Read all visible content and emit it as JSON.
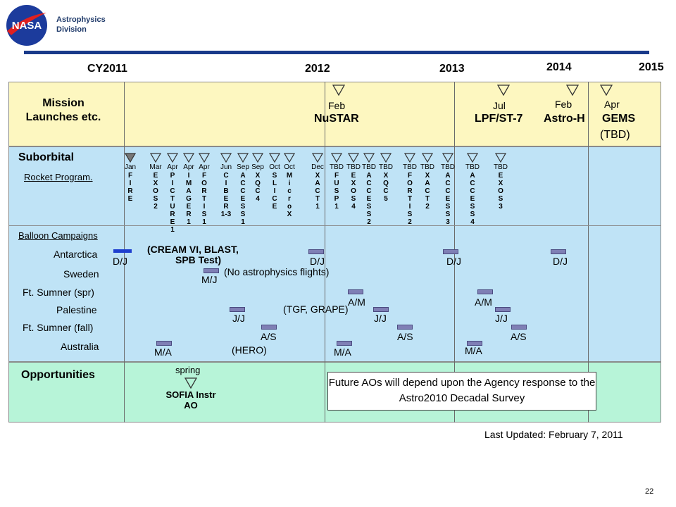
{
  "header": {
    "logo_text": "NASA",
    "division_line1": "Astrophysics",
    "division_line2": "Division"
  },
  "years": [
    "CY2011",
    "2012",
    "2013",
    "2014",
    "2015"
  ],
  "rows": {
    "mission": "Mission\nLaunches etc.",
    "suborbital": "Suborbital",
    "rocket": "Rocket Program.",
    "balloon": "Balloon Campaigns",
    "antarctica": "Antarctica",
    "sweden": "Sweden",
    "ftsumner_spr": "Ft. Sumner (spr)",
    "palestine": "Palestine",
    "ftsumner_fall": "Ft. Sumner (fall)",
    "australia": "Australia",
    "opportunities": "Opportunities"
  },
  "missions": [
    {
      "month": "Feb",
      "name": "NuSTAR"
    },
    {
      "month": "Jul",
      "name": "LPF/ST-7"
    },
    {
      "month": "Feb",
      "name": "Astro-H"
    },
    {
      "month": "Apr",
      "name": "GEMS"
    },
    {
      "note": "(TBD)"
    }
  ],
  "rockets": [
    {
      "month": "Jan",
      "name": "FIRE",
      "filled": true
    },
    {
      "month": "Mar",
      "name": "EXOS2"
    },
    {
      "month": "Apr",
      "name": "PICTURE1"
    },
    {
      "month": "Apr",
      "name": "IMAGER1"
    },
    {
      "month": "Apr",
      "name": "FORTIS1"
    },
    {
      "month": "Jun",
      "name": "CIBER1-3"
    },
    {
      "month": "Sep",
      "name": "ACCESS1"
    },
    {
      "month": "Sep",
      "name": "XQC4"
    },
    {
      "month": "Oct",
      "name": "SLICE"
    },
    {
      "month": "Oct",
      "name": "MicroX"
    },
    {
      "month": "Dec",
      "name": "XACT1"
    },
    {
      "month": "TBD",
      "name": "FUSP1"
    },
    {
      "month": "TBD",
      "name": "EXOS4"
    },
    {
      "month": "TBD",
      "name": "ACCESS2"
    },
    {
      "month": "TBD",
      "name": "XQC5"
    },
    {
      "month": "TBD",
      "name": "FORTIS2"
    },
    {
      "month": "TBD",
      "name": "XACT2"
    },
    {
      "month": "TBD",
      "name": "ACCESS3"
    },
    {
      "month": "TBD",
      "name": "ACCESS4"
    },
    {
      "month": "TBD",
      "name": "EXOS3"
    }
  ],
  "balloon_labels": {
    "ant_note1": "(CREAM VI, BLAST,",
    "ant_note2": "SPB Test)",
    "sweden_note": "(No astrophysics flights)",
    "palestine_note": "(TGF, GRAPE)",
    "hero_note": "(HERO)",
    "dj": "D/J",
    "mj": "M/J",
    "am": "A/M",
    "jj": "J/J",
    "as": "A/S",
    "ma": "M/A"
  },
  "opportunities": {
    "spring": "spring",
    "sofia": "SOFIA Instr\nAO",
    "future": "Future AOs will depend upon the Agency response to the Astro2010 Decadal Survey"
  },
  "footer": {
    "updated": "Last Updated: February 7, 2011",
    "page": "22"
  }
}
